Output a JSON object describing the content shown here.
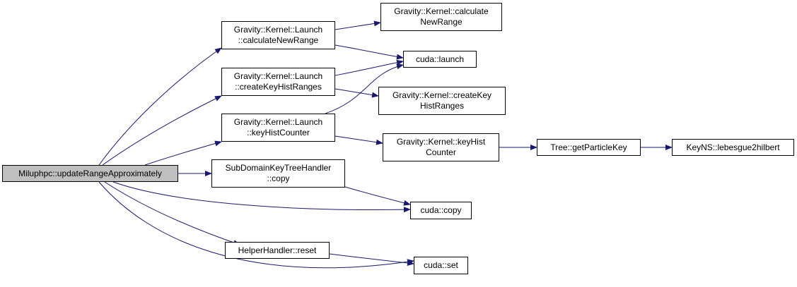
{
  "colors": {
    "edge": "#191970",
    "root_fill": "#bfbfbf",
    "node_fill": "#ffffff",
    "border": "#000000"
  },
  "nodes": {
    "root": {
      "lines": [
        "Miluphpc::updateRangeApproximately"
      ]
    },
    "launch_calc": {
      "lines": [
        "Gravity::Kernel::Launch",
        "::calculateNewRange"
      ]
    },
    "launch_create": {
      "lines": [
        "Gravity::Kernel::Launch",
        "::createKeyHistRanges"
      ]
    },
    "launch_key": {
      "lines": [
        "Gravity::Kernel::Launch",
        "::keyHistCounter"
      ]
    },
    "subdomain_copy": {
      "lines": [
        "SubDomainKeyTreeHandler",
        "::copy"
      ]
    },
    "helper_reset": {
      "lines": [
        "HelperHandler::reset"
      ]
    },
    "kernel_calc": {
      "lines": [
        "Gravity::Kernel::calculate",
        "NewRange"
      ]
    },
    "cuda_launch": {
      "lines": [
        "cuda::launch"
      ]
    },
    "kernel_create": {
      "lines": [
        "Gravity::Kernel::createKey",
        "HistRanges"
      ]
    },
    "kernel_key": {
      "lines": [
        "Gravity::Kernel::keyHist",
        "Counter"
      ]
    },
    "cuda_copy": {
      "lines": [
        "cuda::copy"
      ]
    },
    "cuda_set": {
      "lines": [
        "cuda::set"
      ]
    },
    "tree_key": {
      "lines": [
        "Tree::getParticleKey"
      ]
    },
    "keyns": {
      "lines": [
        "KeyNS::lebesgue2hilbert"
      ]
    }
  }
}
